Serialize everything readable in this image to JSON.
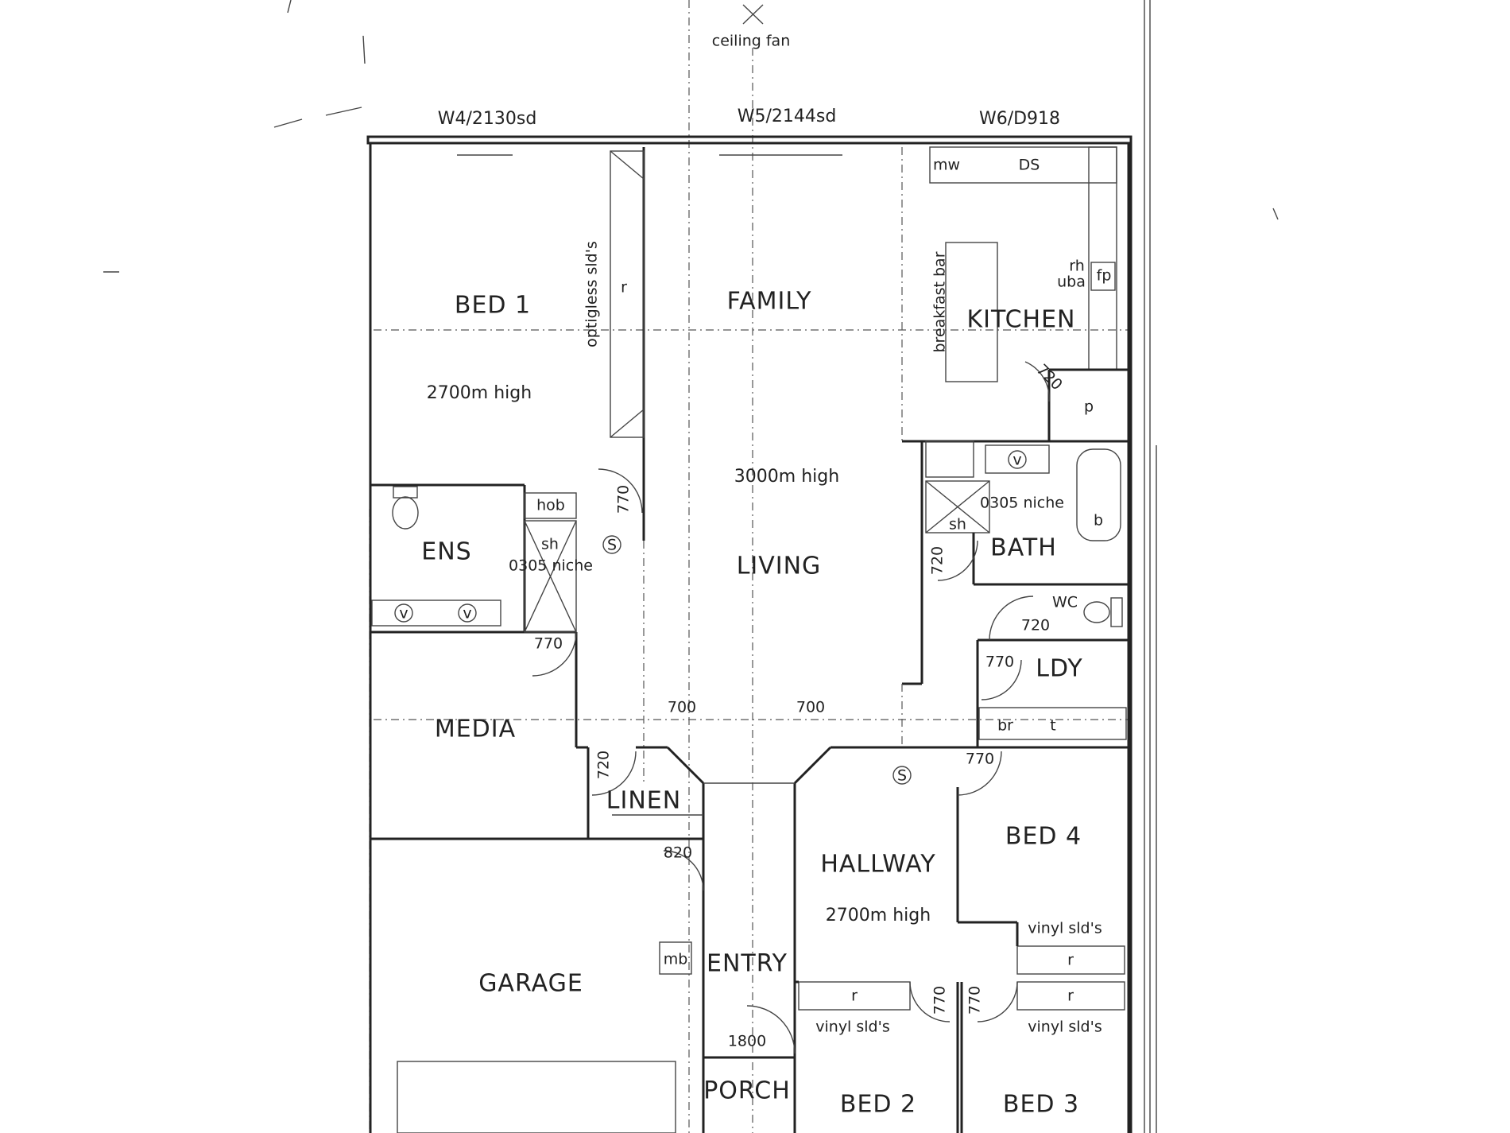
{
  "rooms": {
    "bed1": "BED 1",
    "bed1_height": "2700m high",
    "family": "FAMILY",
    "kitchen": "KITCHEN",
    "living_height": "3000m high",
    "living": "LIVING",
    "ens": "ENS",
    "bath": "BATH",
    "wc": "WC",
    "ldy": "LDY",
    "media": "MEDIA",
    "linen": "LINEN",
    "hallway": "HALLWAY",
    "hallway_height": "2700m high",
    "bed4": "BED 4",
    "garage": "GARAGE",
    "entry": "ENTRY",
    "porch": "PORCH",
    "bed2": "BED 2",
    "bed3": "BED 3"
  },
  "windows": {
    "w4": "W4/2130sd",
    "w5": "W5/2144sd",
    "w6": "W6/D918"
  },
  "labels": {
    "ceiling_fan": "ceiling fan",
    "optigless": "optigless sld's",
    "breakfast_bar": "breakfast bar",
    "mw": "mw",
    "ds": "DS",
    "rh": "rh",
    "uba": "uba",
    "fp": "fp",
    "p": "p",
    "r_robe": "r",
    "hob": "hob",
    "sh": "sh",
    "niche_ens": "0305 niche",
    "niche_bath": "0305 niche",
    "v": "v",
    "s": "S",
    "b": "b",
    "br": "br",
    "t": "t",
    "mb": "mb",
    "vinyl_slds": "vinyl sld's"
  },
  "doors": {
    "d720_kitchen": "720",
    "d770_bed1": "770",
    "d720_bath": "720",
    "d720_wc": "720",
    "d770_ldy": "770",
    "d770_ens": "770",
    "d720_linen": "720",
    "d700_a": "700",
    "d700_b": "700",
    "d770_bed4": "770",
    "d820": "820",
    "d770_bed2": "770",
    "d770_bed3": "770",
    "d1800": "1800"
  }
}
